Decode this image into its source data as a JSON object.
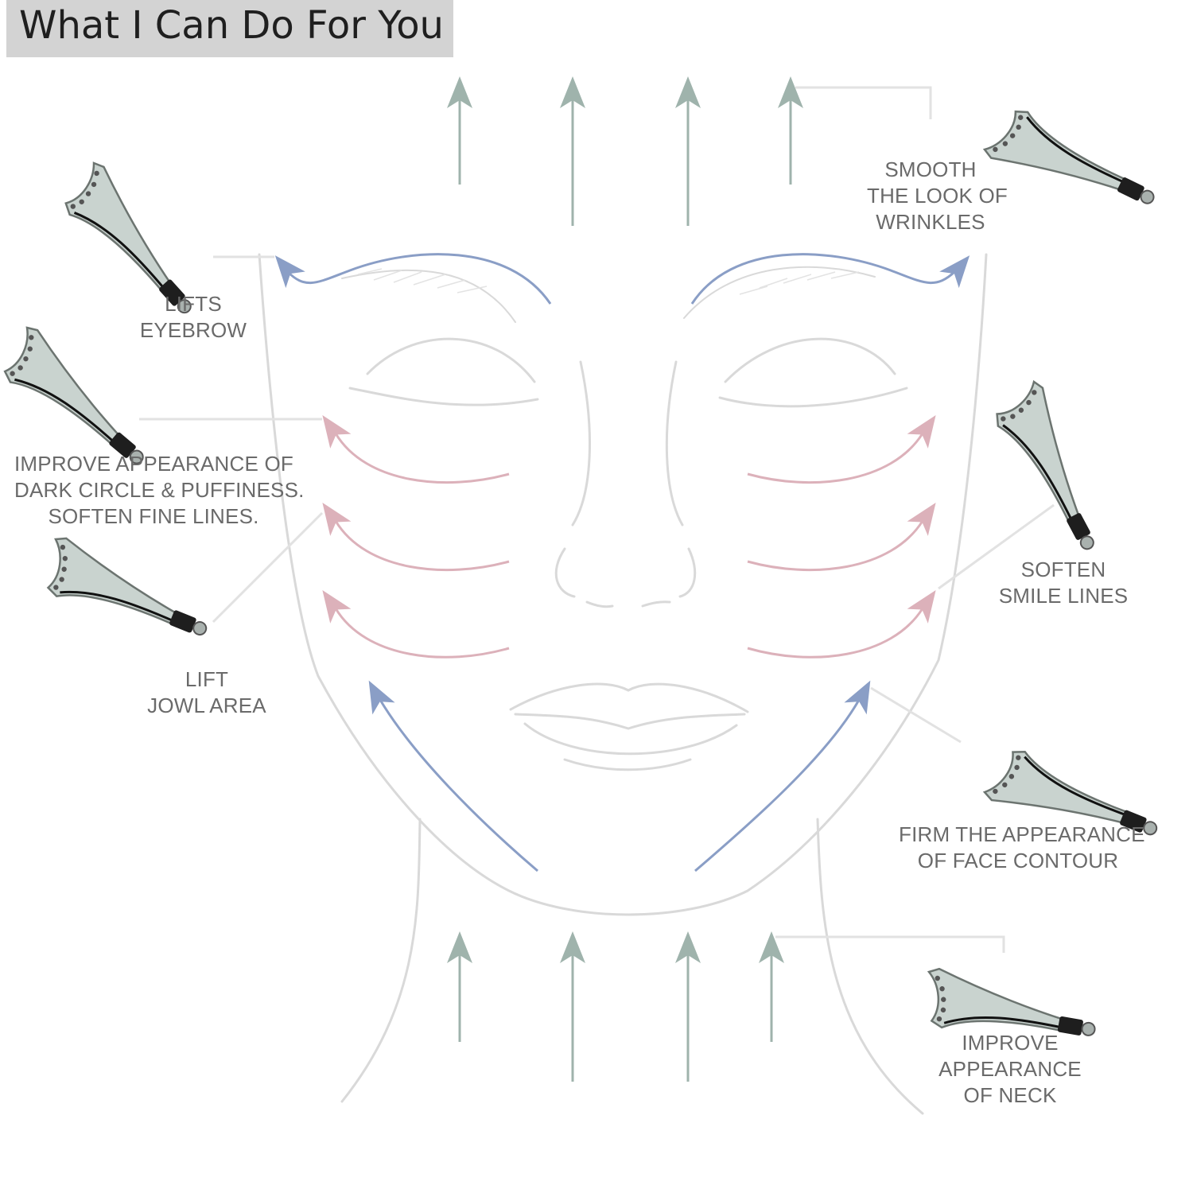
{
  "title": "What I Can Do For You",
  "colors": {
    "title_bg": "#d3d3d3",
    "title_text": "#1f1f1f",
    "label_text": "#6a6a6a",
    "face_outline": "#d9d9d9",
    "arrow_green": "#9fb3ac",
    "arrow_blue": "#8a9ec6",
    "arrow_pink": "#dcb1ba",
    "tool_metal": "#c9d3cf",
    "tool_handle": "#1e1e1e"
  },
  "tools": [
    {
      "name": "gua-sha-tool-forehead",
      "icon": "gua-sha-tool-icon"
    },
    {
      "name": "gua-sha-tool-eyebrow",
      "icon": "gua-sha-tool-icon"
    },
    {
      "name": "gua-sha-tool-eye",
      "icon": "gua-sha-tool-icon"
    },
    {
      "name": "gua-sha-tool-jowl",
      "icon": "gua-sha-tool-icon"
    },
    {
      "name": "gua-sha-tool-smile",
      "icon": "gua-sha-tool-icon"
    },
    {
      "name": "gua-sha-tool-contour",
      "icon": "gua-sha-tool-icon"
    },
    {
      "name": "gua-sha-tool-neck",
      "icon": "gua-sha-tool-icon"
    }
  ],
  "labels": {
    "wrinkles": [
      "SMOOTH",
      "THE LOOK OF",
      "WRINKLES"
    ],
    "eyebrow": [
      "LIFTS",
      "EYEBROW"
    ],
    "dark_circle": [
      "IMPROVE APPEARANCE OF",
      "DARK CIRCLE & PUFFINESS.",
      "SOFTEN FINE LINES."
    ],
    "smile": [
      "SOFTEN",
      "SMILE LINES"
    ],
    "jowl": [
      "LIFT",
      "JOWL AREA"
    ],
    "contour": [
      "FIRM THE APPEARANCE",
      "OF FACE CONTOUR"
    ],
    "neck": [
      "IMPROVE",
      "APPEARANCE",
      "OF NECK"
    ]
  }
}
